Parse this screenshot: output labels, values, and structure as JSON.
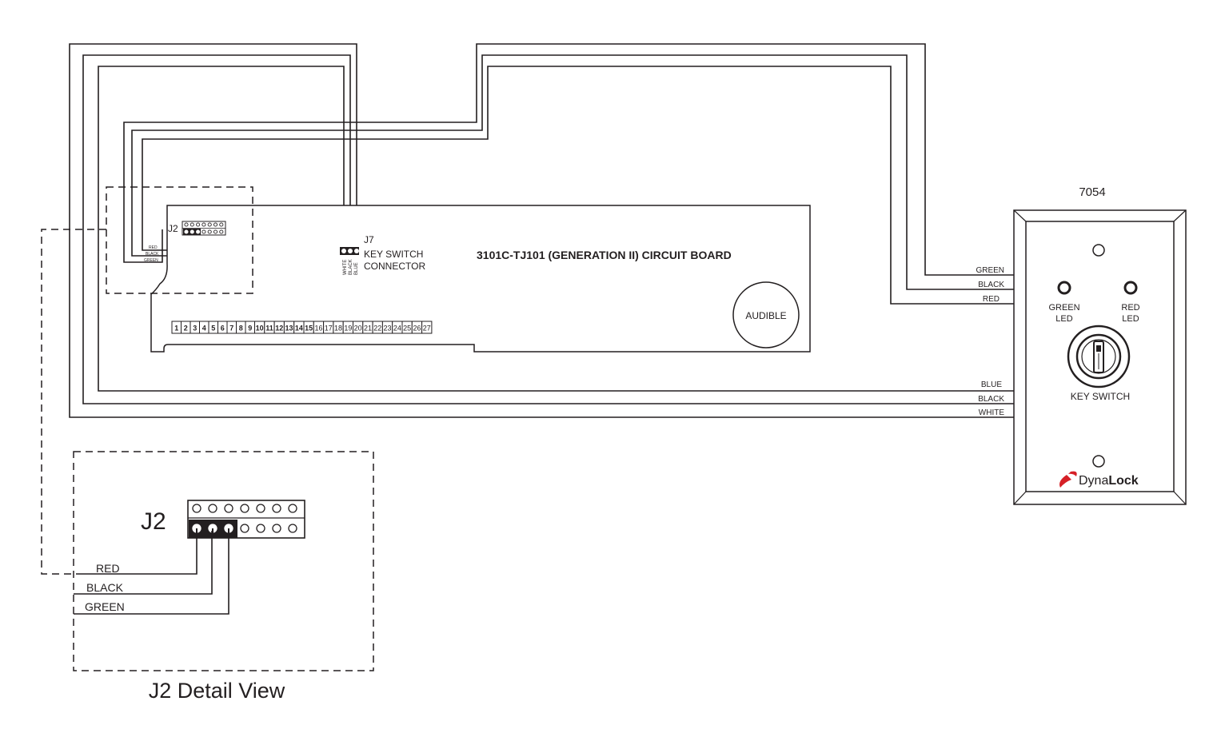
{
  "board": {
    "title": "3101C-TJ101 (GENERATION II) CIRCUIT BOARD",
    "audible_label": "AUDIBLE",
    "terminals": [
      "1",
      "2",
      "3",
      "4",
      "5",
      "6",
      "7",
      "8",
      "9",
      "10",
      "11",
      "12",
      "13",
      "14",
      "15",
      "16",
      "17",
      "18",
      "19",
      "20",
      "21",
      "22",
      "23",
      "24",
      "25",
      "26",
      "27"
    ],
    "j2_label": "J2",
    "j2_wire_labels": [
      "RED",
      "BLACK",
      "GREEN"
    ],
    "j7": {
      "label": "J7",
      "line1": "KEY SWITCH",
      "line2": "CONNECTOR",
      "pin_labels": [
        "WHITE",
        "BLACK",
        "BLUE"
      ]
    }
  },
  "key_switch_plate": {
    "model": "7054",
    "wire_labels_top": [
      "GREEN",
      "BLACK",
      "RED"
    ],
    "wire_labels_bottom": [
      "BLUE",
      "BLACK",
      "WHITE"
    ],
    "green_led": [
      "GREEN",
      "LED"
    ],
    "red_led": [
      "RED",
      "LED"
    ],
    "key_switch_label": "KEY SWITCH",
    "brand": {
      "prefix": "Dyna",
      "suffix": "Lock",
      "accent_color": "#d62027"
    }
  },
  "detail": {
    "title": "J2 Detail View",
    "j2_label": "J2",
    "wire_labels": [
      "RED",
      "BLACK",
      "GREEN"
    ]
  },
  "colors": {
    "line": "#231f20",
    "background": "#ffffff"
  }
}
